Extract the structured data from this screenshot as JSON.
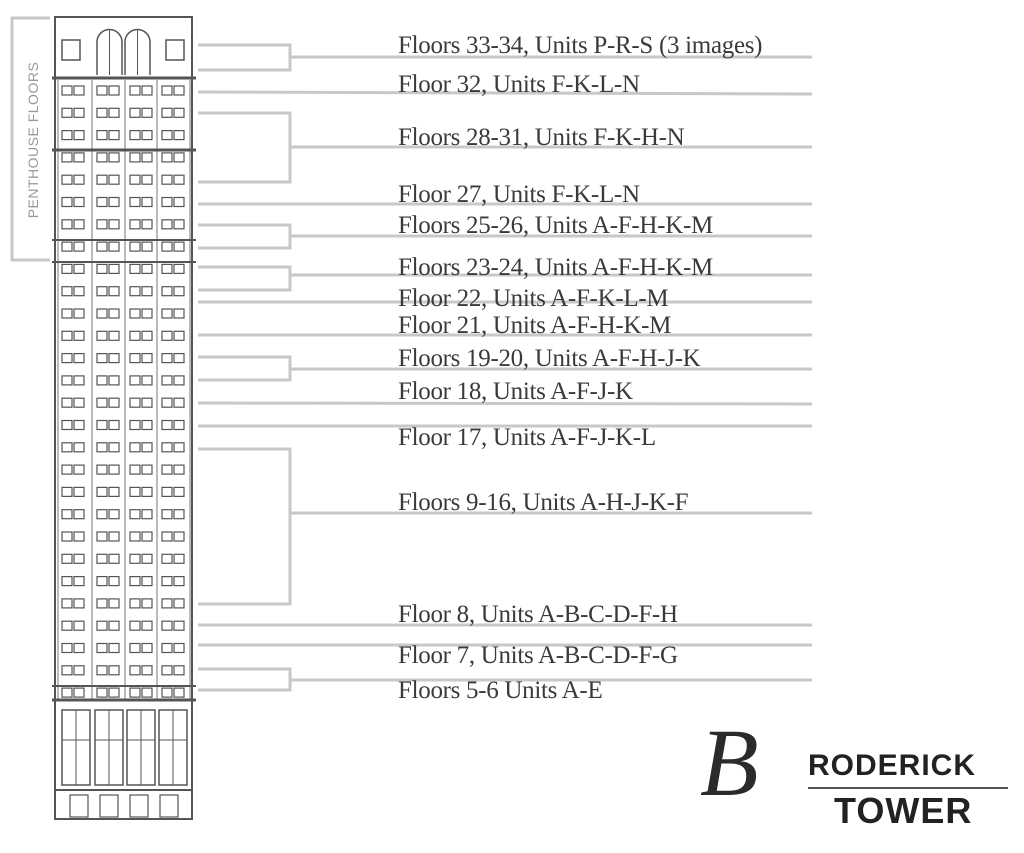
{
  "penthouse_label": "PENTHOUSE FLOORS",
  "floors": [
    {
      "label": "Floors 33-34, Units P-R-S (3 images)"
    },
    {
      "label": "Floor 32, Units F-K-L-N"
    },
    {
      "label": "Floors 28-31, Units F-K-H-N"
    },
    {
      "label": "Floor 27, Units F-K-L-N"
    },
    {
      "label": "Floors 25-26, Units A-F-H-K-M"
    },
    {
      "label": "Floors 23-24, Units A-F-H-K-M"
    },
    {
      "label": "Floor 22, Units A-F-K-L-M"
    },
    {
      "label": "Floor 21, Units A-F-H-K-M"
    },
    {
      "label": "Floors 19-20, Units A-F-H-J-K"
    },
    {
      "label": "Floor 18, Units A-F-J-K"
    },
    {
      "label": "Floor 17, Units A-F-J-K-L"
    },
    {
      "label": "Floors 9-16, Units A-H-J-K-F"
    },
    {
      "label": "Floor 8, Units A-B-C-D-F-H"
    },
    {
      "label": "Floor 7, Units A-B-C-D-F-G"
    },
    {
      "label": "Floors 5-6 Units A-E"
    }
  ],
  "logo": {
    "initial": "B",
    "rest": "RODERICK",
    "second_line": "TOWER"
  },
  "colors": {
    "line": "#c8c8c8",
    "text": "#3a3a3a",
    "building": "#555555"
  }
}
